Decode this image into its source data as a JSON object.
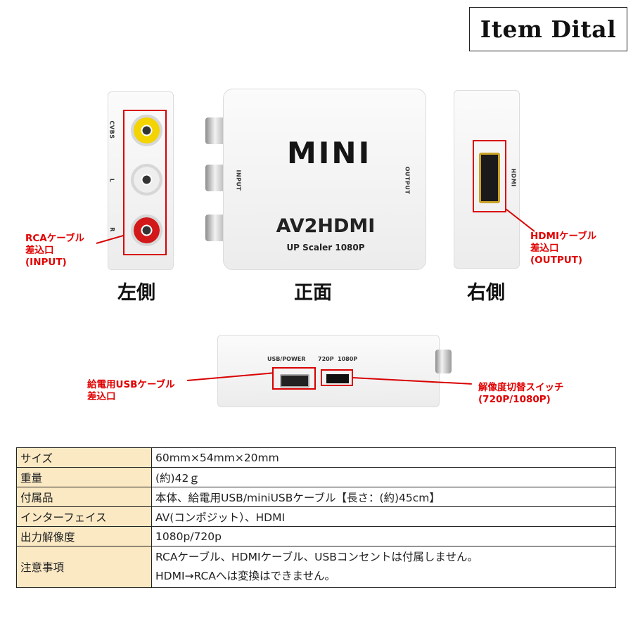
{
  "title": "Item Dital",
  "views": {
    "left": "左側",
    "front": "正面",
    "right": "右側"
  },
  "device_text": {
    "mini": "MINI",
    "model": "AV2HDMI",
    "subtitle": "UP Scaler 1080P",
    "input": "INPUT",
    "output": "OUTPUT",
    "cvbs": "CVBS",
    "l": "L",
    "r": "R",
    "hdmi": "HDMI",
    "usb_power": "USB/POWER",
    "p720": "720P",
    "p1080": "1080P"
  },
  "callouts": {
    "rca": "RCAケーブル\n差込口\n(INPUT)",
    "hdmi": "HDMIケーブル\n差込口\n(OUTPUT)",
    "usb": "給電用USBケーブル\n差込口",
    "switch": "解像度切替スイッチ\n(720P/1080P)"
  },
  "table": {
    "rows": [
      {
        "key": "サイズ",
        "value": "60mm×54mm×20mm"
      },
      {
        "key": "重量",
        "value": "(約)42ｇ"
      },
      {
        "key": "付属品",
        "value": "本体、給電用USB/miniUSBケーブル【長さ：(約)45cm】"
      },
      {
        "key": "インターフェイス",
        "value": "AV(コンポジット）、HDMI"
      },
      {
        "key": "出力解像度",
        "value": "1080p/720p"
      }
    ],
    "note_key": "注意事項",
    "note_lines": [
      "RCAケーブル、HDMIケーブル、USBコンセントは付属しません。",
      "HDMI→RCAへは変換はできません。"
    ]
  },
  "colors": {
    "highlight": "#d90000",
    "table_key_bg": "#fbe9c4",
    "jack_yellow": "#f4d400",
    "jack_white": "#eeeeee",
    "jack_red": "#d21818"
  }
}
